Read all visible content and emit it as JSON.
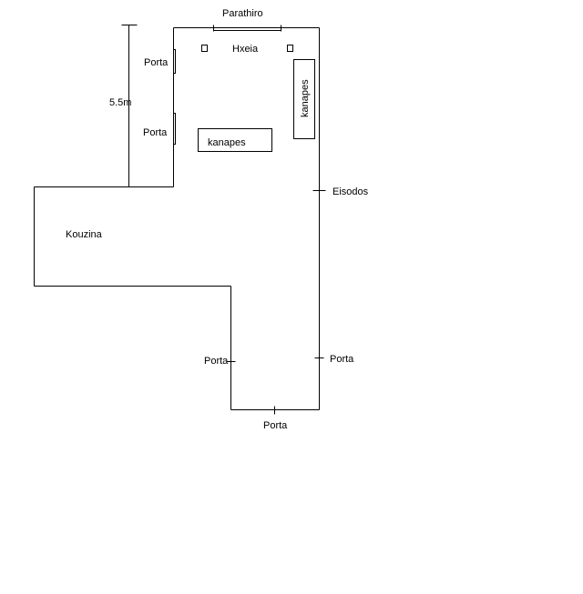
{
  "labels": {
    "window": "Parathiro",
    "speakers": "Hxeia",
    "door_left_top": "Porta",
    "door_left_mid": "Porta",
    "dimension": "5.5m",
    "sofa_center": "kanapes",
    "sofa_right": "kanapes",
    "entrance": "Eisodos",
    "kitchen": "Kouzina",
    "door_lower_left": "Porta",
    "door_lower_right": "Porta",
    "door_bottom": "Porta"
  },
  "colors": {
    "line": "#000000",
    "background": "#ffffff"
  }
}
